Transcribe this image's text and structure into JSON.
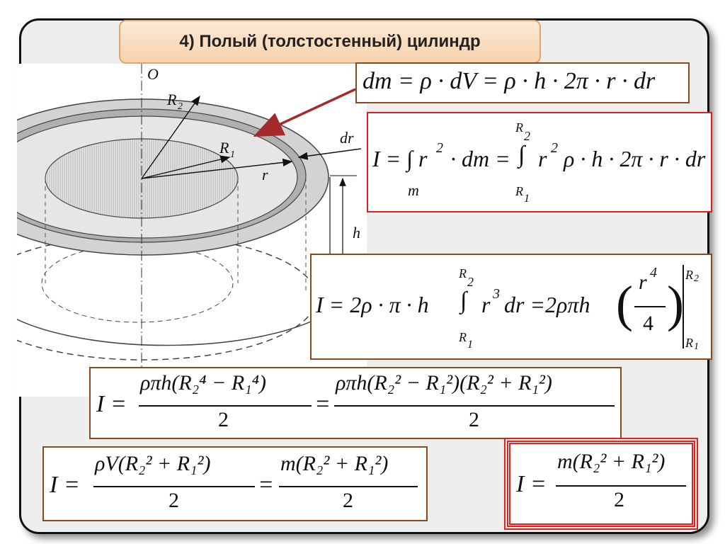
{
  "slide": {
    "title": "4) Полый (толстостенный) цилиндр"
  },
  "diagram": {
    "axis_label": "O",
    "label_R2": "R",
    "label_R2_sub": "2",
    "label_R1": "R",
    "label_R1_sub": "1",
    "label_r": "r",
    "label_dr": "dr",
    "label_h": "h"
  },
  "formulas": {
    "dm": "dm = ρ · dV = ρ · h · 2π · r · dr",
    "integral_def": {
      "lhs": "I = ∫ r",
      "sq": "2",
      "mid": "· dm =",
      "lower_m": "m",
      "upper_lim": "R",
      "upper_sub": "2",
      "lower_lim": "R",
      "lower_sub": "1",
      "rhs": "r",
      "rhs_sq": "2",
      "rhs_tail": "ρ · h · 2π · r · dr"
    },
    "integral_eval": {
      "lhs": "I = 2ρ · π · h",
      "upper_lim": "R",
      "upper_sub": "2",
      "lower_lim": "R",
      "lower_sub": "1",
      "integrand": "r",
      "integrand_pow": "3",
      "dr": "dr =2ρπh",
      "frac_num": "r",
      "frac_num_pow": "4",
      "frac_den": "4",
      "bar_upper": "R",
      "bar_upper_sub": "2",
      "bar_lower": "R",
      "bar_lower_sub": "1"
    },
    "difference": {
      "lhs": "I =",
      "num1": "ρπh(R₂⁴ − R₁⁴)",
      "den1": "2",
      "eq": "=",
      "num2": "ρπh(R₂² − R₁²)(R₂² + R₁²)",
      "den2": "2"
    },
    "volume_form": {
      "lhs": "I =",
      "num1": "ρV(R₂² + R₁²)",
      "den1": "2",
      "eq": "=",
      "num2": "m(R₂² + R₁²)",
      "den2": "2"
    },
    "final": {
      "lhs": "I =",
      "num": "m(R₂² + R₁²)",
      "den": "2"
    }
  },
  "colors": {
    "brown_border": "#8a4a1a",
    "red_border": "#e0201c",
    "arrow": "#a52a2a",
    "title_bg": "#fbe0c4"
  }
}
